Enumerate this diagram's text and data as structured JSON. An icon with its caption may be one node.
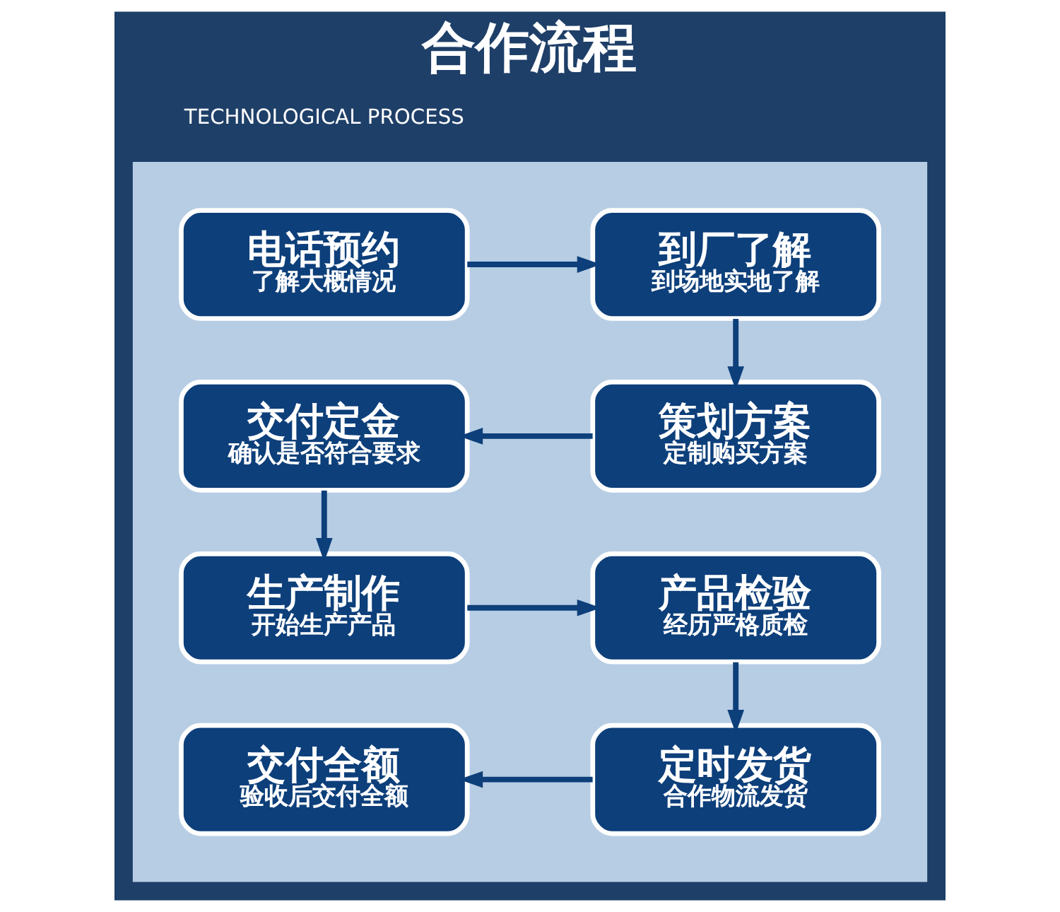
{
  "diagram": {
    "title": "合作流程",
    "nodes": [
      {
        "text": [],
        "shape": "box"
      },
      {
        "text": [
          "电话预约",
          "了解大概情况"
        ],
        "in": 0
      },
      {
        "text": [
          "到厂了解",
          "到场地实地了解"
        ],
        "in": 0
      },
      {
        "text": [
          "交付定金",
          "确认是否符合要求"
        ],
        "in": 0
      },
      {
        "text": [
          "策划方案",
          "定制购买方案"
        ],
        "in": 0
      },
      {
        "text": [
          "生产制作",
          "开始生产产品"
        ],
        "in": 0
      },
      {
        "text": [
          "产品检验",
          "经历严格质检"
        ],
        "in": 0
      },
      {
        "text": [
          "交付全额",
          "验收后交付全额"
        ],
        "in": 0
      },
      {
        "text": [
          "定时发货",
          "合作物流发货"
        ],
        "in": 0
      }
    ],
    "edges": [
      {
        "from": 1,
        "to": 2,
        "arrow": "to"
      },
      {
        "from": 2,
        "to": 4,
        "arrow": "to"
      },
      {
        "from": 4,
        "to": 3,
        "arrow": "to"
      },
      {
        "from": 3,
        "to": 5,
        "arrow": "to"
      },
      {
        "from": 5,
        "to": 6,
        "arrow": "to"
      },
      {
        "from": 6,
        "to": 8,
        "arrow": "to"
      },
      {
        "from": 8,
        "to": 7,
        "arrow": "to"
      }
    ],
    "labels": [
      "TECHNOLOGICAL PROCESS"
    ]
  }
}
